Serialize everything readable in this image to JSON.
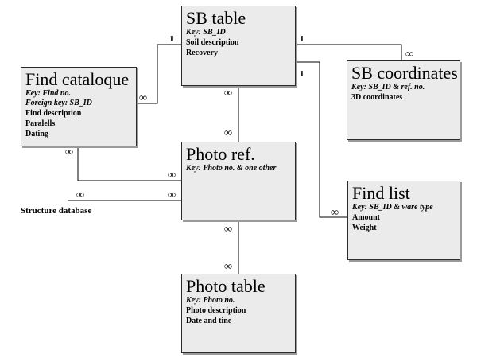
{
  "entities": {
    "sb_table": {
      "title": "SB table",
      "keys": [
        "Key: SB_ID"
      ],
      "fields": [
        "Soil description",
        "Recovery"
      ]
    },
    "find_catalogue": {
      "title": "Find cataloque",
      "keys": [
        "Key: Find no.",
        "Foreign key: SB_ID"
      ],
      "fields": [
        "Find description",
        "Paralells",
        "Dating"
      ]
    },
    "sb_coordinates": {
      "title": "SB coordinates",
      "keys": [
        "Key: SB_ID & ref. no."
      ],
      "fields": [
        "3D coordinates"
      ]
    },
    "photo_ref": {
      "title": "Photo ref.",
      "keys": [
        "Key: Photo no. & one other"
      ],
      "fields": []
    },
    "find_list": {
      "title": "Find list",
      "keys": [
        "Key: SB_ID  & ware type"
      ],
      "fields": [
        "Amount",
        "Weight"
      ]
    },
    "photo_table": {
      "title": "Photo table",
      "keys": [
        "Key: Photo no."
      ],
      "fields": [
        "Photo description",
        "Date and tine"
      ]
    }
  },
  "external": {
    "structure_database": "Structure database"
  },
  "cardinality": {
    "one": "1",
    "many": "∞"
  }
}
